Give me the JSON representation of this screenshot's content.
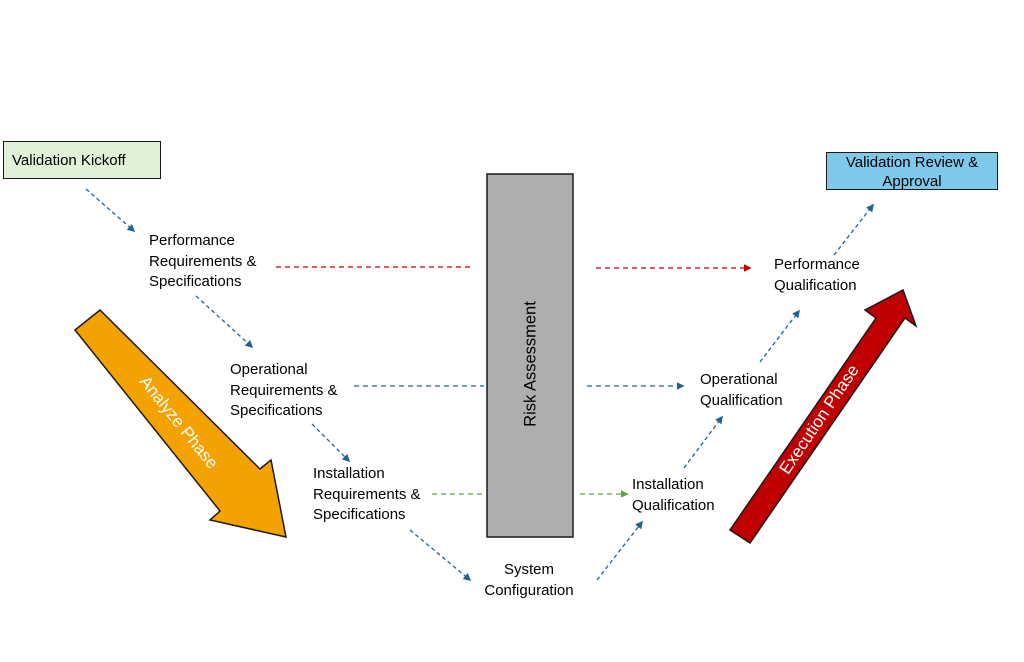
{
  "nodes": {
    "kickoff": "Validation Kickoff",
    "review": [
      "Validation Review &",
      "Approval"
    ],
    "perf_req": [
      "Performance",
      "Requirements &",
      "Specifications"
    ],
    "oper_req": [
      "Operational",
      "Requirements &",
      "Specifications"
    ],
    "inst_req": [
      "Installation",
      "Requirements &",
      "Specifications"
    ],
    "system_config": [
      "System",
      "Configuration"
    ],
    "inst_qual": [
      "Installation",
      "Qualification"
    ],
    "oper_qual": [
      "Operational",
      "Qualification"
    ],
    "perf_qual": [
      "Performance",
      "Qualification"
    ],
    "risk": "Risk Assessment"
  },
  "phases": {
    "analyze": "Analyze Phase",
    "execution": "Execution Phase"
  },
  "colors": {
    "kickoff_fill": "#e2f0d9",
    "review_fill": "#7ec8ea",
    "risk_fill": "#aeaeae",
    "analyze_arrow": "#f4a200",
    "execution_arrow": "#c00000",
    "flow_blue": "#1f6391",
    "link_red": "#c00000",
    "link_blue": "#1f6391",
    "link_green": "#5ea832"
  }
}
